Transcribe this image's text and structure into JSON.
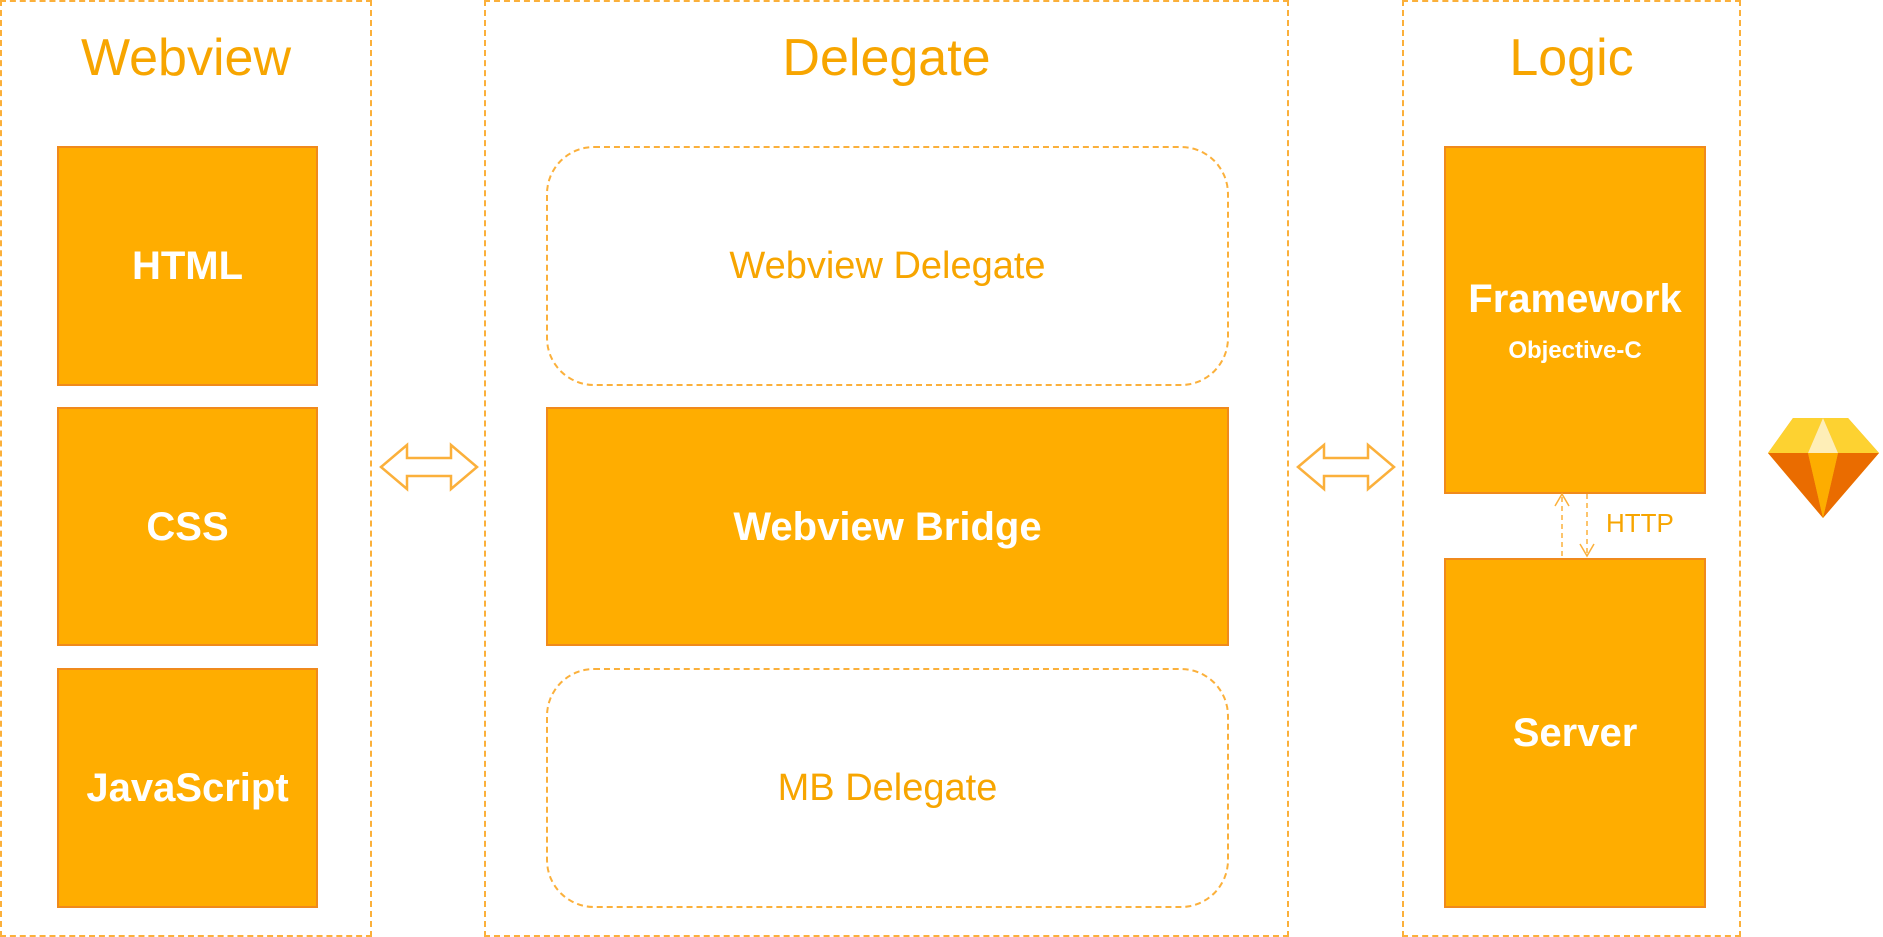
{
  "colors": {
    "accent": "#ffad00",
    "outline": "#fbb03b",
    "text_light": "#ffffff",
    "text_accent": "#f7a500"
  },
  "panels": {
    "webview": {
      "title": "Webview",
      "boxes": [
        {
          "label": "HTML"
        },
        {
          "label": "CSS"
        },
        {
          "label": "JavaScript"
        }
      ]
    },
    "delegate": {
      "title": "Delegate",
      "webview_delegate": "Webview Delegate",
      "bridge": "Webview Bridge",
      "mb_delegate": "MB Delegate"
    },
    "logic": {
      "title": "Logic",
      "framework": {
        "label": "Framework",
        "sub": "Objective-C"
      },
      "server": {
        "label": "Server"
      },
      "connection_label": "HTTP"
    }
  },
  "icons": {
    "bidirectional_arrows": [
      "double-arrow-icon",
      "double-arrow-icon"
    ],
    "updown_arrows": "updown-arrow-icon",
    "logo": "sketch-diamond-icon"
  }
}
